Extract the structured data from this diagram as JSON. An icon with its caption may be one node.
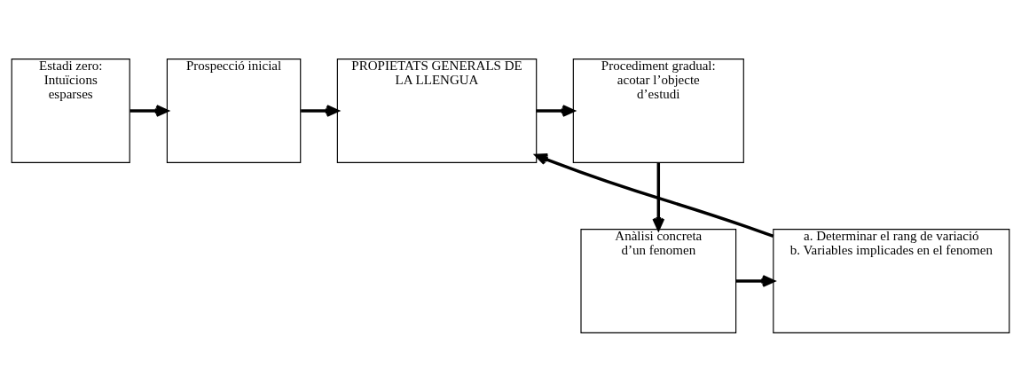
{
  "diagram": {
    "nodes": [
      {
        "text": [
          "Estadi zero: Intuïcions esparses"
        ]
      },
      {
        "text": [
          "Prospecció inicial"
        ]
      },
      {
        "text": [
          "PROPIETATS GENERALS DE LA LLENGUA"
        ]
      },
      {
        "text": [
          "Procediment gradual: acotar l’objecte d’estudi"
        ]
      },
      {
        "text": [
          "a. Determinar el rang de variació",
          "b. Variables implicades en el fenomen"
        ]
      },
      {
        "text": [
          "Anàlisi concreta d’un fenomen"
        ]
      }
    ],
    "edges": [
      {
        "from": 0,
        "to": 1,
        "arrow": "to"
      },
      {
        "from": 1,
        "to": 2,
        "arrow": "to"
      },
      {
        "from": 2,
        "to": 3,
        "arrow": "to"
      },
      {
        "from": 3,
        "to": 5,
        "arrow": "to"
      },
      {
        "from": 5,
        "to": 4,
        "arrow": "to"
      },
      {
        "from": 4,
        "to": 2,
        "arrow": "to"
      }
    ]
  }
}
